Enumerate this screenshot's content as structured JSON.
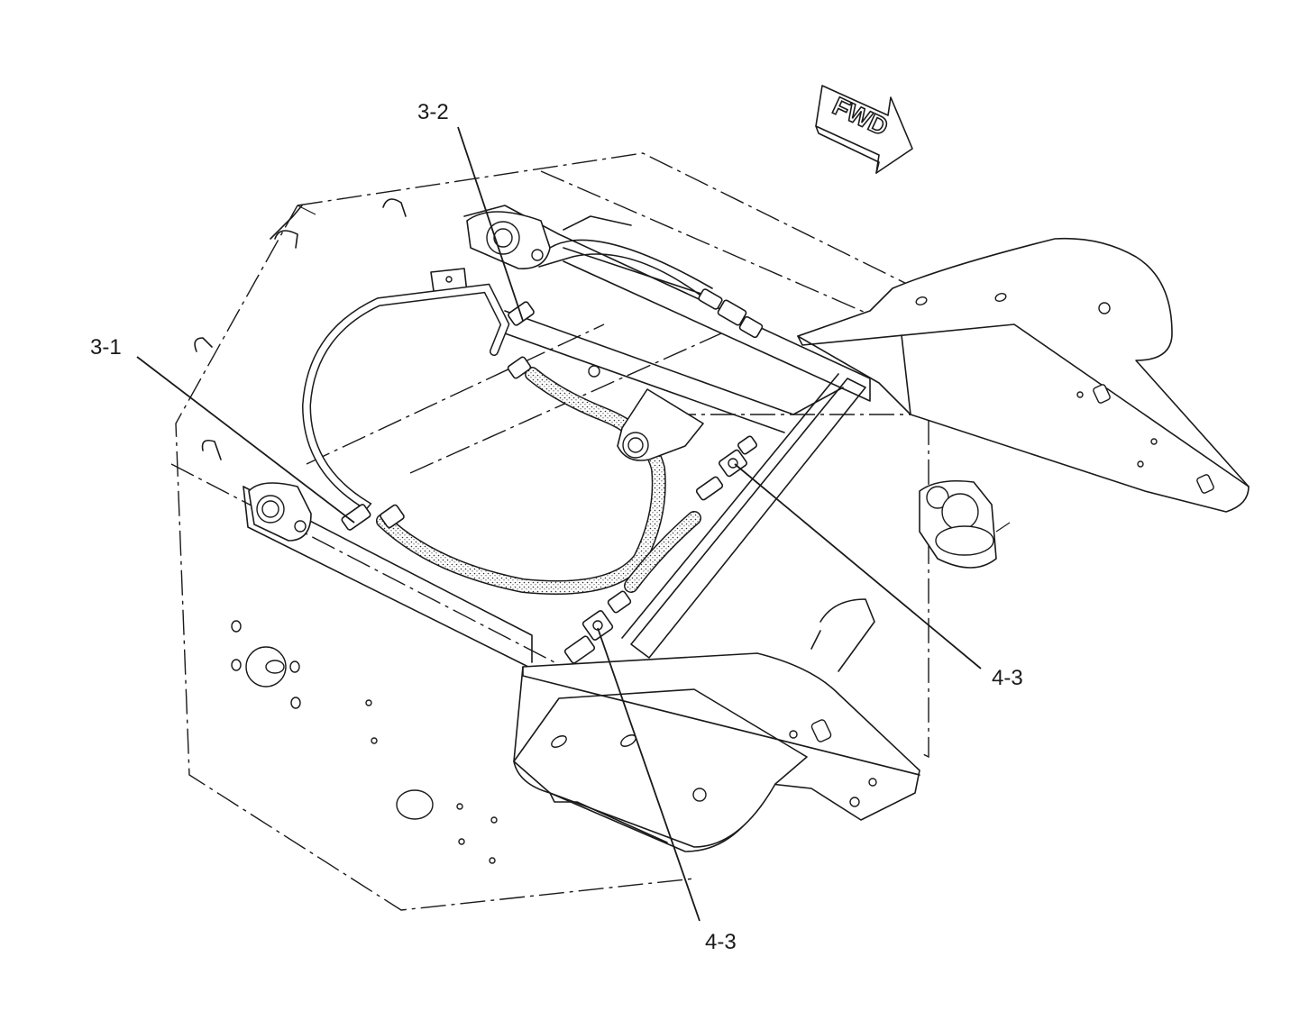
{
  "diagram": {
    "direction_arrow": {
      "label": "FWD",
      "icon": "forward-arrow-icon"
    },
    "callouts": [
      {
        "id": "callout-3-1",
        "label": "3-1"
      },
      {
        "id": "callout-3-2",
        "label": "3-2"
      },
      {
        "id": "callout-4-3-right",
        "label": "4-3"
      },
      {
        "id": "callout-4-3-bottom",
        "label": "4-3"
      }
    ],
    "colors": {
      "line": "#1a1a1a",
      "background": "#ffffff"
    }
  }
}
